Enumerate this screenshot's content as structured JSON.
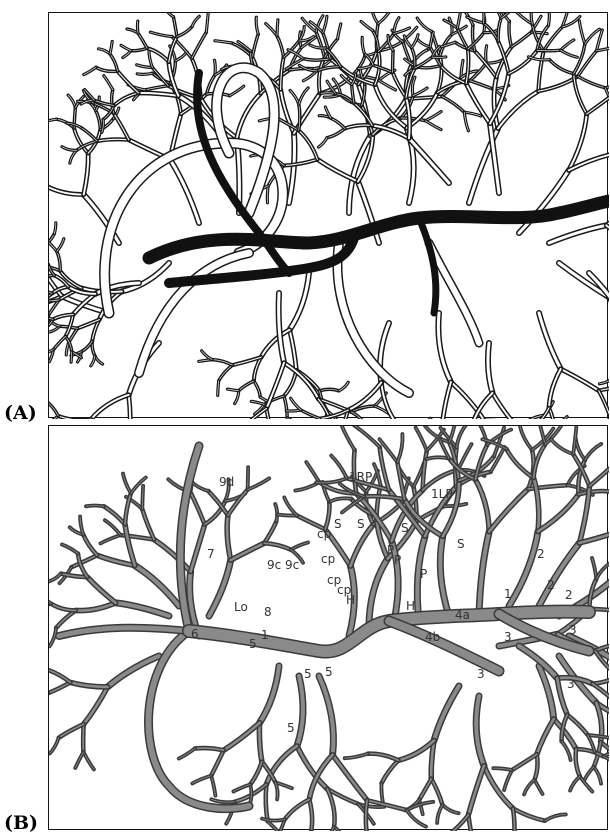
{
  "panels": [
    {
      "letter": "(A)",
      "style": "ink drawing, dark trunk"
    },
    {
      "letter": "(B)",
      "style": "gray shaded drawing with labels"
    }
  ],
  "labels_b": [
    "9d",
    "1RP",
    "1LP",
    "S",
    "S",
    "S",
    "S",
    "P",
    "P",
    "P",
    "cp",
    "cp",
    "cp",
    "cp",
    "H",
    "H",
    "7",
    "9c",
    "9c",
    "6",
    "8",
    "5",
    "5",
    "5",
    "5",
    "1",
    "4a",
    "4b",
    "3",
    "3",
    "3",
    "3",
    "2",
    "2",
    "2",
    "1",
    "Lo"
  ],
  "colors": {
    "ink": "#111111",
    "gray_vessel": "#6d6d6d",
    "outline": "#2a2a2a"
  }
}
